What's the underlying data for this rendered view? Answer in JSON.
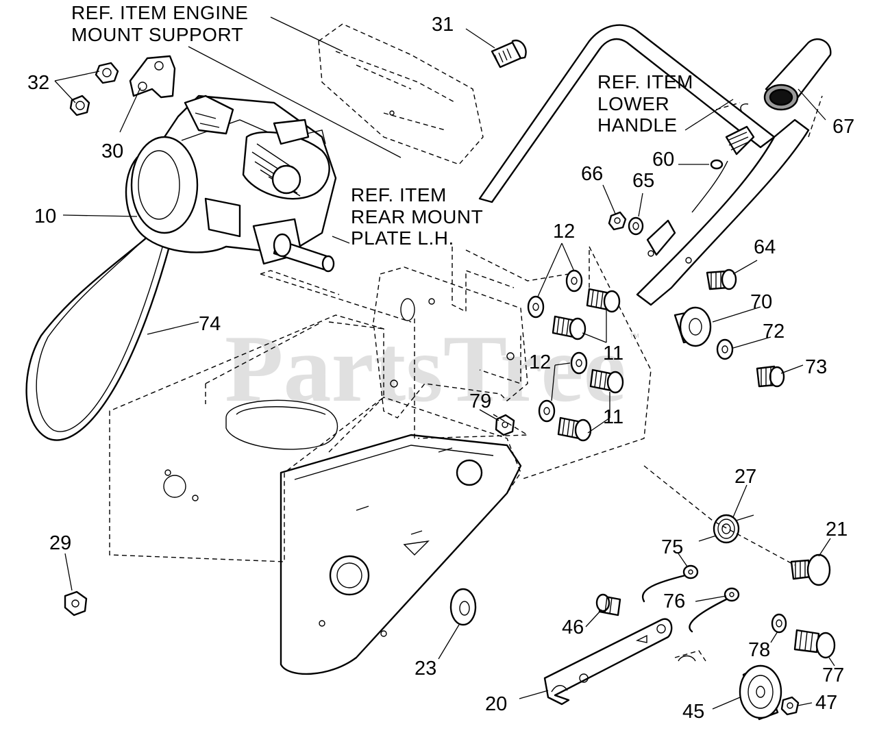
{
  "watermark": {
    "text": "PartsTree",
    "mark": "™"
  },
  "ref_labels": {
    "engine_mount": [
      "REF. ITEM ENGINE",
      "MOUNT SUPPORT"
    ],
    "lower_handle": [
      "REF. ITEM",
      "LOWER",
      "HANDLE"
    ],
    "rear_mount": [
      "REF. ITEM",
      "REAR MOUNT",
      "PLATE L.H."
    ]
  },
  "callouts": {
    "c10": "10",
    "c11a": "11",
    "c11b": "11",
    "c12a": "12",
    "c12b": "12",
    "c20": "20",
    "c21": "21",
    "c23": "23",
    "c27": "27",
    "c29": "29",
    "c30": "30",
    "c31": "31",
    "c32": "32",
    "c45": "45",
    "c46": "46",
    "c47": "47",
    "c60": "60",
    "c64": "64",
    "c65": "65",
    "c66": "66",
    "c67": "67",
    "c70": "70",
    "c72": "72",
    "c73": "73",
    "c74": "74",
    "c75": "75",
    "c76": "76",
    "c77": "77",
    "c78": "78",
    "c79": "79"
  }
}
